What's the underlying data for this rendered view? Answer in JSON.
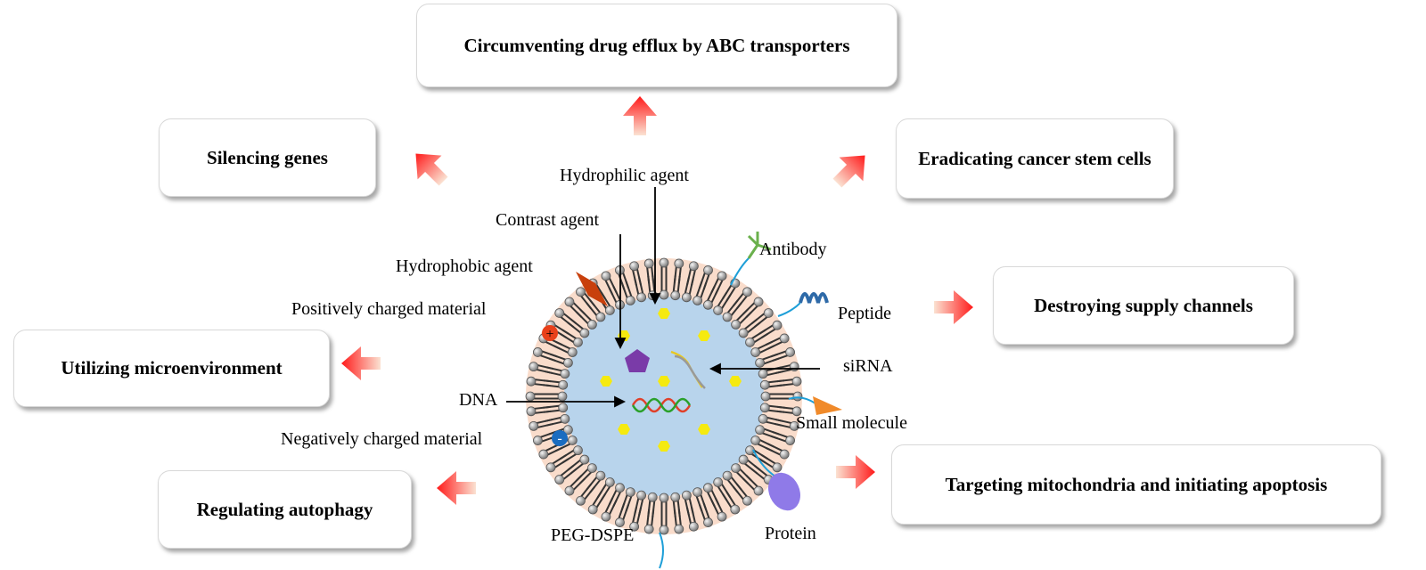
{
  "outcomes": {
    "top": "Circumventing drug efflux by ABC transporters",
    "top_left": "Silencing genes",
    "top_right": "Eradicating cancer stem cells",
    "right": "Destroying supply channels",
    "left": "Utilizing microenvironment",
    "bottom_left": "Regulating autophagy",
    "bottom_right": "Targeting mitochondria and initiating apoptosis"
  },
  "components": {
    "hydrophilic_agent": "Hydrophilic agent",
    "contrast_agent": "Contrast agent",
    "hydrophobic_agent": "Hydrophobic agent",
    "positively_charged": "Positively charged material",
    "negatively_charged": "Negatively charged material",
    "dna": "DNA",
    "sirna": "siRNA",
    "antibody": "Antibody",
    "peptide": "Peptide",
    "small_molecule": "Small molecule",
    "protein": "Protein",
    "peg_dspe": "PEG-DSPE"
  },
  "symbols": {
    "plus": "+",
    "minus": "-"
  },
  "colors": {
    "core": "#b8d4ec",
    "shell": "#f9dccb",
    "arrow_red": "#ff2020",
    "arrow_light": "#f8d0b8",
    "drug_yellow": "#f5ea10",
    "pentagon": "#7a3ba8",
    "hydrophobic": "#c8400c",
    "peg": "#1e9fd8"
  }
}
